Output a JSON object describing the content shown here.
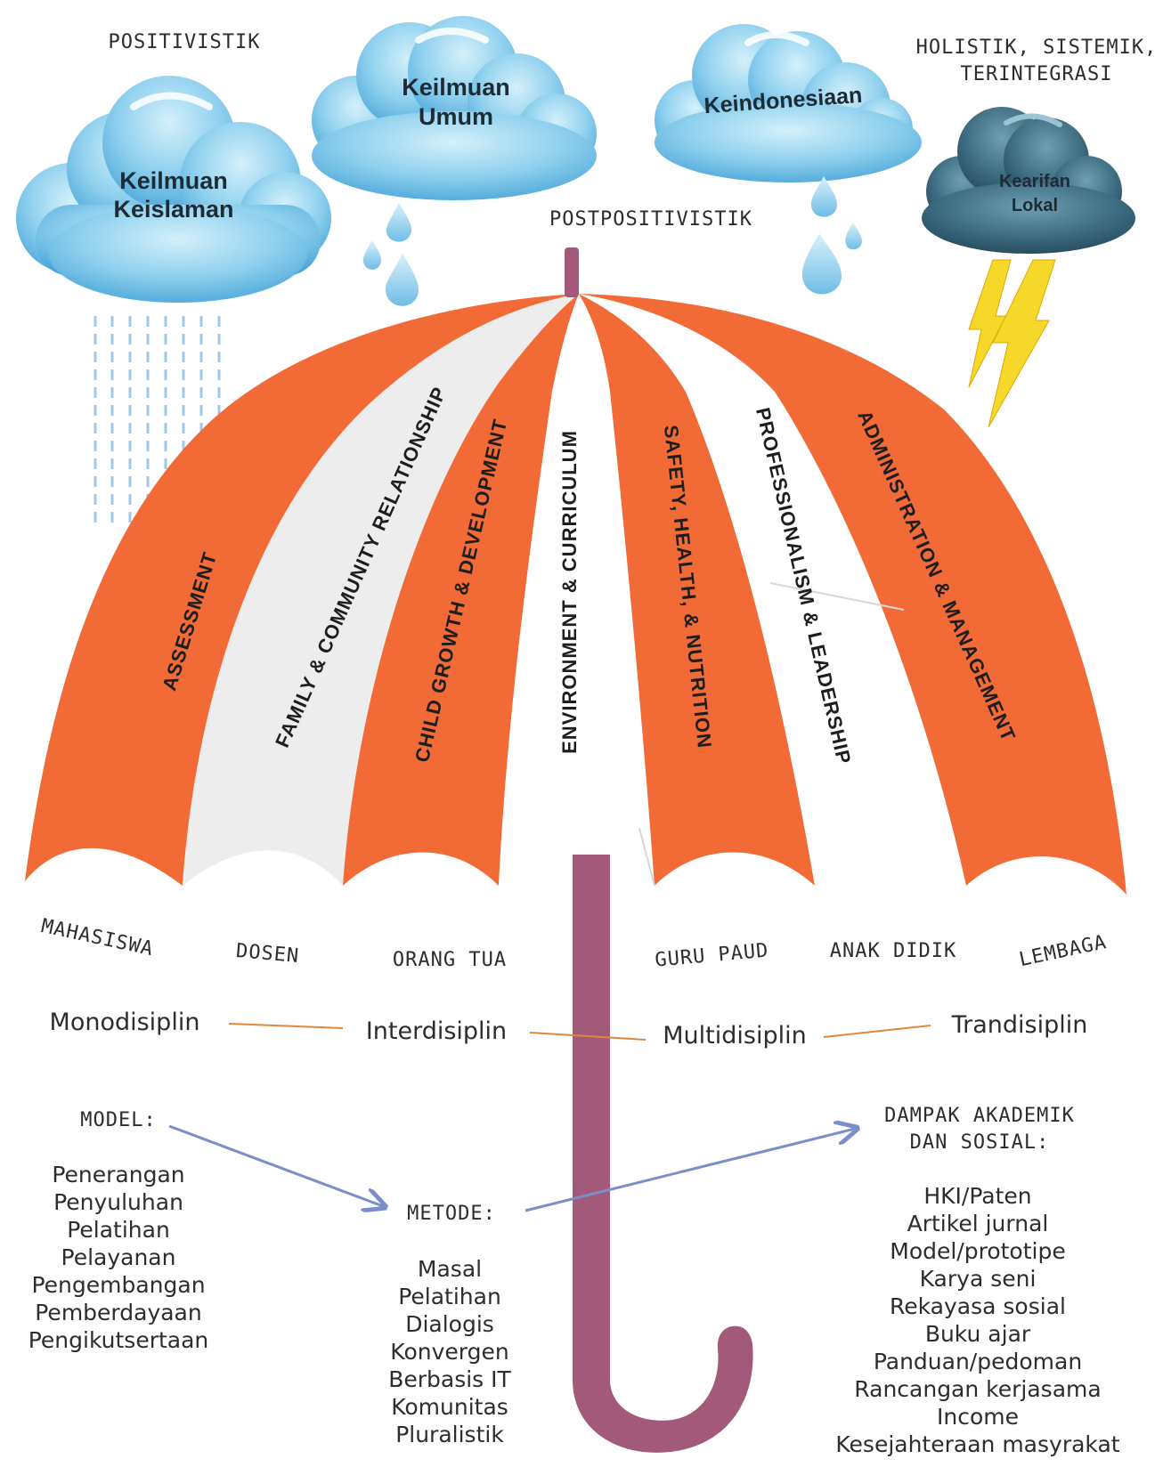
{
  "paradigms": {
    "left": "POSITIVISTIK",
    "center": "POSTPOSITIVISTIK",
    "right_line1": "HOLISTIK, SISTEMIK,",
    "right_line2": "TERINTEGRASI"
  },
  "clouds": [
    {
      "line1": "Keilmuan",
      "line2": "Keislaman"
    },
    {
      "line1": "Keilmuan",
      "line2": "Umum"
    },
    {
      "line1": "Keindonesiaan",
      "line2": ""
    },
    {
      "line1": "Kearifan",
      "line2": "Lokal"
    }
  ],
  "umbrella_panels": [
    "ASSESSMENT",
    "FAMILY & COMMUNITY RELATIONSHIP",
    "CHILD GROWTH & DEVELOPMENT",
    "ENVIRONMENT & CURRICULUM",
    "SAFETY, HEALTH, & NUTRITION",
    "PROFESSIONALISM & LEADERSHIP",
    "ADMINISTRATION & MANAGEMENT"
  ],
  "stakeholders": [
    "MAHASISWA",
    "DOSEN",
    "ORANG TUA",
    "GURU PAUD",
    "ANAK DIDIK",
    "LEMBAGA"
  ],
  "disciplines": [
    "Monodisiplin",
    "Interdisiplin",
    "Multidisiplin",
    "Trandisiplin"
  ],
  "model": {
    "title": "MODEL:",
    "items": [
      "Penerangan",
      "Penyuluhan",
      "Pelatihan",
      "Pelayanan",
      "Pengembangan",
      "Pemberdayaan",
      "Pengikutsertaan"
    ]
  },
  "metode": {
    "title": "METODE:",
    "items": [
      "Masal",
      "Pelatihan",
      "Dialogis",
      "Konvergen",
      "Berbasis IT",
      "Komunitas",
      "Pluralistik"
    ]
  },
  "dampak": {
    "title_line1": "DAMPAK AKADEMIK",
    "title_line2": "DAN SOSIAL:",
    "items": [
      "HKI/Paten",
      "Artikel jurnal",
      "Model/prototipe",
      "Karya seni",
      "Rekayasa sosial",
      "Buku ajar",
      "Panduan/pedoman",
      "Rancangan kerjasama",
      "Income",
      "Kesejahteraan masyrakat"
    ]
  },
  "colors": {
    "orange": "#f26a35",
    "white_panel": "#ededed",
    "handle": "#a35a7a",
    "cloud_light": "#8fd0ee",
    "cloud_storm": "#3d6b80",
    "lightning": "#f5d82a",
    "rain": "#9ec8e6",
    "line_orange": "#e0883a",
    "arrow_blue": "#7a8fc9"
  }
}
